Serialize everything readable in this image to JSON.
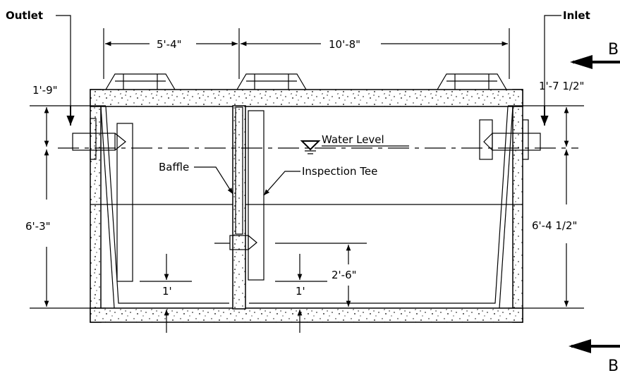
{
  "labels": {
    "outlet": "Outlet",
    "inlet": "Inlet",
    "water_level": "Water Level",
    "baffle": "Baffle",
    "inspection_tee": "Inspection Tee",
    "section_marker_top": "B",
    "section_marker_bottom": "B"
  },
  "dimensions": {
    "outlet_chamber_length": "5'-4\"",
    "inlet_chamber_length": "10'-8\"",
    "outlet_invert_to_top": "1'-9\"",
    "inlet_invert_to_top": "1'-7 1/2\"",
    "outlet_liquid_depth": "6'-3\"",
    "inlet_liquid_depth": "6'-4 1/2\"",
    "baffle_opening_height": "2'-6\"",
    "outlet_tee_clearance": "1'",
    "inspection_tee_clearance": "1'"
  },
  "colors": {
    "line": "#000000",
    "background": "#ffffff"
  }
}
